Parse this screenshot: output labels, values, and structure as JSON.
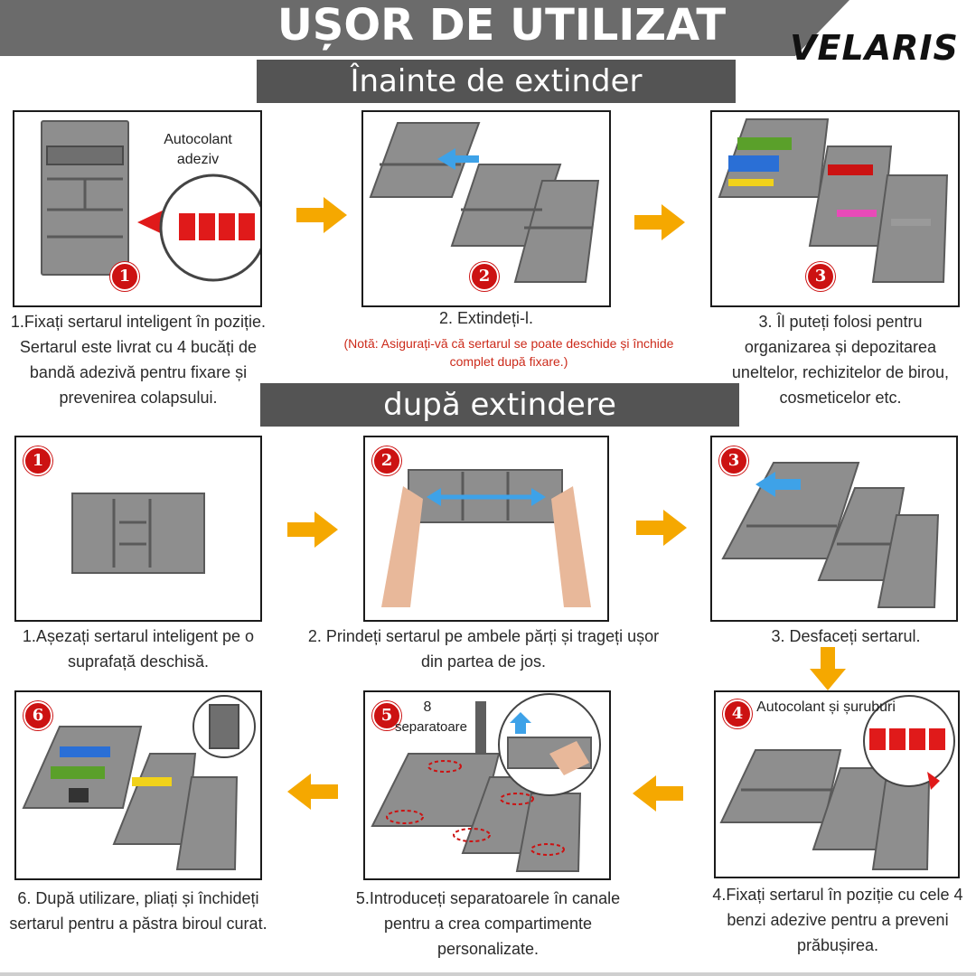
{
  "header": {
    "title": "UȘOR DE UTILIZAT",
    "brand": "VELARIS"
  },
  "sections": {
    "before": "Înainte de extinder",
    "after": "după extindere"
  },
  "colors": {
    "title_bar": "#6b6b6b",
    "section_bar": "#545454",
    "badge": "#cc1212",
    "arrow": "#f5a800",
    "note": "#cc2a1a",
    "tray": "#8e8e8e",
    "sticker": "#e01a1a",
    "handle_arrow": "#3ea2e8"
  },
  "top_row": [
    {
      "badge": "1",
      "label": "Autocolant adeziv",
      "caption": "1.Fixați sertarul inteligent în poziție. Sertarul este livrat cu 4 bucăți de bandă adezivă pentru fixare și prevenirea colapsului."
    },
    {
      "badge": "2",
      "caption": "2. Extindeți-l.",
      "note": "(Notă: Asigurați-vă că sertarul se poate deschide și închide complet după fixare.)"
    },
    {
      "badge": "3",
      "caption": "3. Îl puteți folosi pentru organizarea și depozitarea uneltelor, rechizitelor de birou, cosmeticelor etc."
    }
  ],
  "middle_row": [
    {
      "badge": "1",
      "caption": "1.Așezați sertarul inteligent pe o suprafață deschisă."
    },
    {
      "badge": "2",
      "caption": "2. Prindeți sertarul pe ambele părți și trageți ușor din partea de jos."
    },
    {
      "badge": "3",
      "caption": "3. Desfaceți sertarul."
    }
  ],
  "bottom_row": [
    {
      "badge": "6",
      "caption": "6. După utilizare, pliați și închideți sertarul pentru a păstra biroul curat."
    },
    {
      "badge": "5",
      "label_count": "8",
      "label_text": "separatoare",
      "caption": "5.Introduceți separatoarele în canale pentru a crea compartimente personalizate."
    },
    {
      "badge": "4",
      "label": "Autocolant și șuruburi",
      "caption": "4.Fixați sertarul în poziție cu cele 4 benzi adezive pentru a preveni prăbușirea."
    }
  ]
}
